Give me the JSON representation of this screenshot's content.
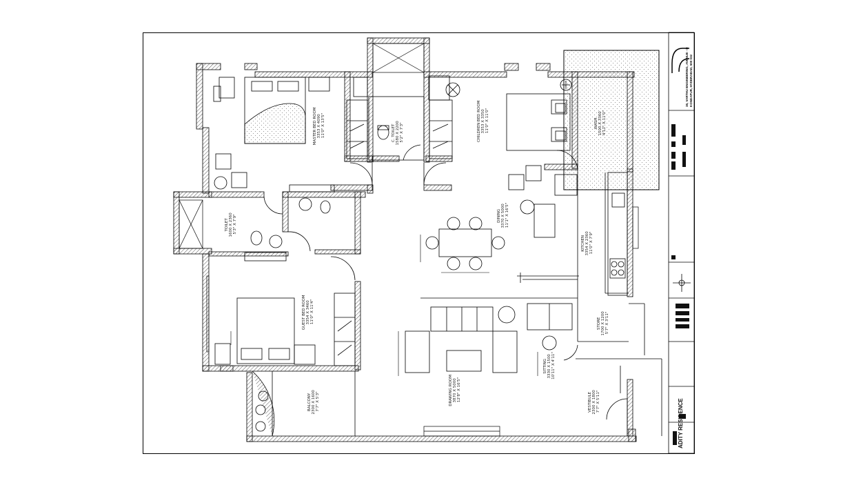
{
  "rooms": {
    "master_bed": {
      "name": "MASTER BED ROOM",
      "metric": "3353 X 4090",
      "imperial": "11'0\" X 13'5\""
    },
    "toilet": {
      "name": "TOILET",
      "metric": "1600 X 2360",
      "imperial": "5'3\" X 7'9\""
    },
    "children_bed": {
      "name": "CHILDREN BED ROOM",
      "metric": "3353 X 3350",
      "imperial": "11'0\" X 11'0\""
    },
    "wash": {
      "name": "WASH",
      "metric": "1500 X 3360",
      "imperial": "4'11\" X 11'0\""
    },
    "c_toilet": {
      "name": "C. TOILET",
      "metric": "1580 X 2200",
      "imperial": "5'2\" X 7'3\""
    },
    "dining": {
      "name": "DINING",
      "metric": "3370 X 5000",
      "imperial": "11'1\" X 16'5\""
    },
    "kitchen": {
      "name": "KITCHEN",
      "metric": "3354 X 2360",
      "imperial": "11'0\" X 7'9\""
    },
    "guest_bed": {
      "name": "GUEST BED ROOM",
      "metric": "3354 X 3460",
      "imperial": "11'0\" X 11'4\""
    },
    "store": {
      "name": "STORE",
      "metric": "1700 X 1200",
      "imperial": "5'7\" X 3'11\""
    },
    "drawing": {
      "name": "DRAWING ROOM",
      "metric": "3870 X 5000",
      "imperial": "12'8\" X 16'5\""
    },
    "sitting": {
      "name": "SITTING",
      "metric": "3330 X 1500",
      "imperial": "10'11\" X 4'11\""
    },
    "balcony": {
      "name": "BALCONY",
      "metric": "2300 X 1600",
      "imperial": "7'7\" X 5'3\""
    },
    "vestibule": {
      "name": "VESTIBULE",
      "metric": "2300 X 1800",
      "imperial": "7'7\" X 5'11\""
    }
  },
  "title_block": {
    "project": "ADITY RESIDENCE",
    "firm_lines": [
      "38, VARTHU ENGINEERING, AVENUE - D",
      "KONDAPUR, HYDERABAD, 500 032"
    ]
  },
  "colors": {
    "line": "#000000",
    "paper": "#ffffff",
    "hatch": "#555555",
    "redact": "#111111"
  }
}
